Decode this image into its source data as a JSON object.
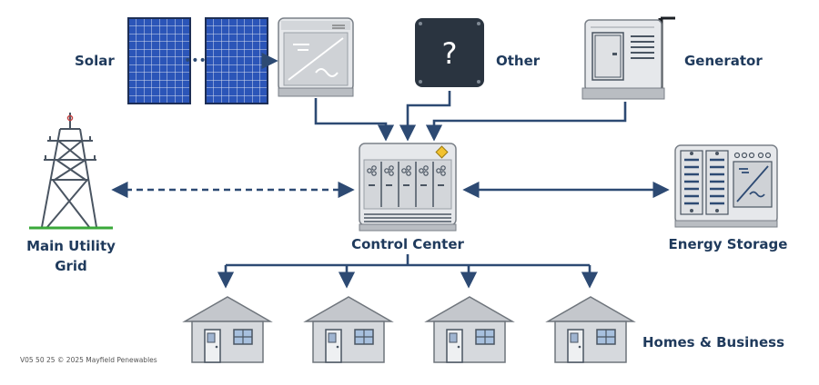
{
  "labels": {
    "solar": "Solar",
    "other": "Other",
    "generator": "Generator",
    "grid_line1": "Main Utility",
    "grid_line2": "Grid",
    "control": "Control Center",
    "storage": "Energy Storage",
    "homes": "Homes & Business"
  },
  "other_symbol": "?",
  "solar_ellipsis": "•••",
  "footer": "V05 50 25   © 2025 Mayfield Penewables",
  "colors": {
    "navy": "#2d4a73",
    "panel_blue": "#1f3f8f",
    "cell_blue": "#2b55b8",
    "device_gray": "#dcdee3",
    "device_dark": "#2a3440",
    "house_gray": "#cfd2d6",
    "ground_green": "#3aa83a",
    "warning": "#f2c230"
  }
}
